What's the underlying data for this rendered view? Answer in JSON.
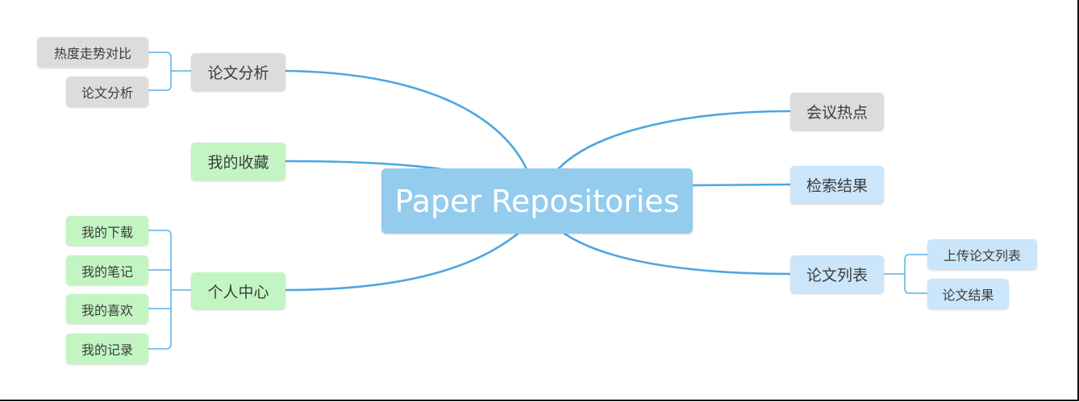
{
  "root": {
    "label": "Paper Repositories",
    "color": "#94cced"
  },
  "left_branches": {
    "analysis": {
      "label": "论文分析",
      "children": [
        "热度走势对比",
        "论文分析"
      ]
    },
    "favorites": {
      "label": "我的收藏"
    },
    "personal": {
      "label": "个人中心",
      "children": [
        "我的下载",
        "我的笔记",
        "我的喜欢",
        "我的记录"
      ]
    }
  },
  "right_branches": {
    "hotspots": {
      "label": "会议热点"
    },
    "search_results": {
      "label": "检索结果"
    },
    "paper_list": {
      "label": "论文列表",
      "children": [
        "上传论文列表",
        "论文结果"
      ]
    }
  },
  "colors": {
    "edge": "#4da6e0",
    "gray_node": "#dcdcdc",
    "green_node": "#c2f5c2",
    "blue_node": "#cbe6fb"
  }
}
